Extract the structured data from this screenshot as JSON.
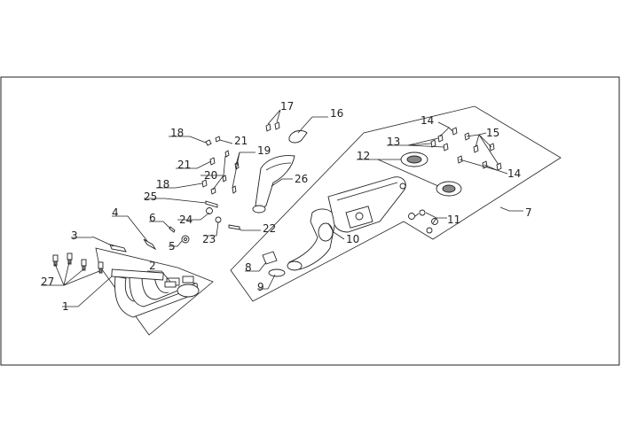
{
  "callouts": {
    "c1": "1",
    "c2": "2",
    "c3": "3",
    "c4": "4",
    "c5": "5",
    "c6": "6",
    "c7": "7",
    "c8": "8",
    "c9": "9",
    "c10": "10",
    "c11": "11",
    "c12": "12",
    "c13": "13",
    "c14a": "14",
    "c14b": "14",
    "c15": "15",
    "c16": "16",
    "c17": "17",
    "c18a": "18",
    "c18b": "18",
    "c19": "19",
    "c20": "20",
    "c21a": "21",
    "c21b": "21",
    "c22": "22",
    "c23": "23",
    "c24": "24",
    "c25": "25",
    "c26": "26",
    "c27": "27"
  }
}
